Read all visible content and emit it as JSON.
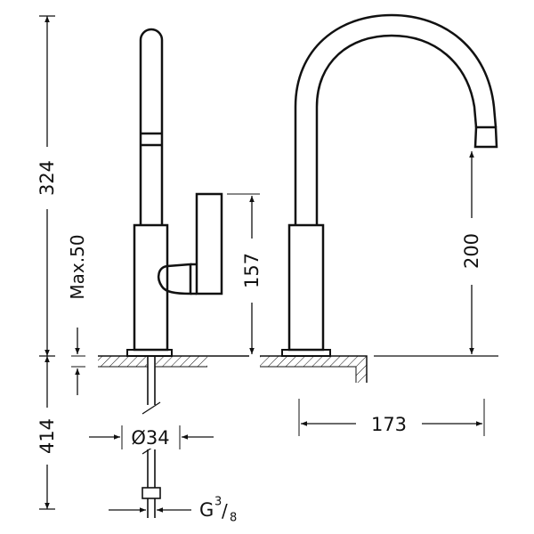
{
  "dimensions": {
    "total_height_above": "324",
    "total_height_below": "414",
    "max_deck": "Max.50",
    "lever_height": "157",
    "spout_height": "200",
    "spout_reach": "173",
    "base_diameter": "Ø34",
    "connection": {
      "letter": "G",
      "numerator": "3",
      "slash": "/",
      "denominator": "8"
    }
  },
  "colors": {
    "line": "#111111",
    "background": "#ffffff"
  }
}
